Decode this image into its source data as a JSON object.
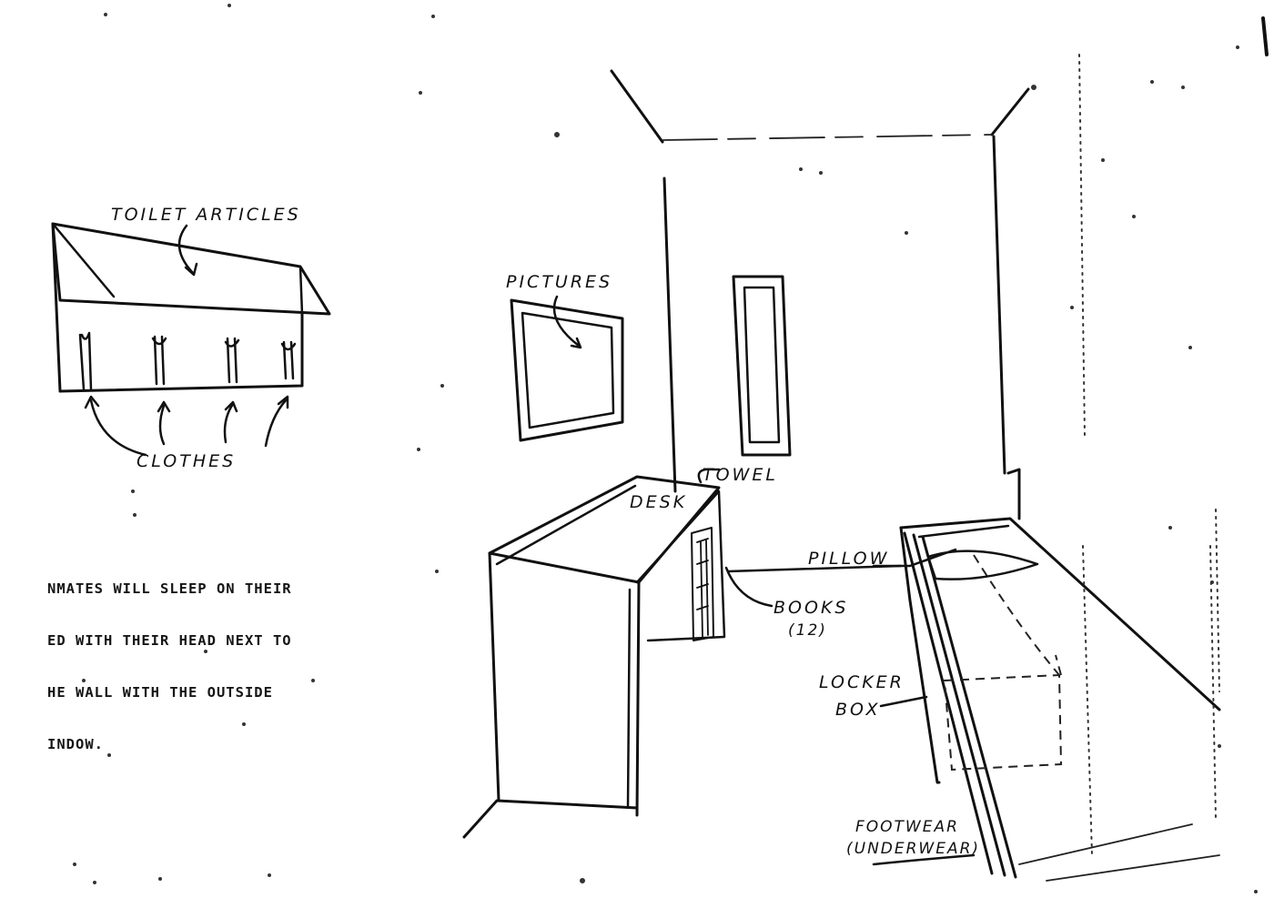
{
  "labels": {
    "toilet_articles": "TOILET ARTICLES",
    "clothes": "CLOTHES",
    "pictures": "PICTURES",
    "towel": "TOWEL",
    "desk": "DESK",
    "pillow": "PILLOW",
    "books": "BOOKS",
    "books_count": "(12)",
    "locker": "LOCKER",
    "box": "BOX",
    "footwear": "FOOTWEAR",
    "underwear": "(UNDERWEAR)"
  },
  "note": {
    "lines": [
      "NMATES WILL SLEEP ON THEIR",
      "ED WITH THEIR HEAD NEXT TO",
      "HE WALL WITH THE OUTSIDE",
      "INDOW."
    ]
  }
}
